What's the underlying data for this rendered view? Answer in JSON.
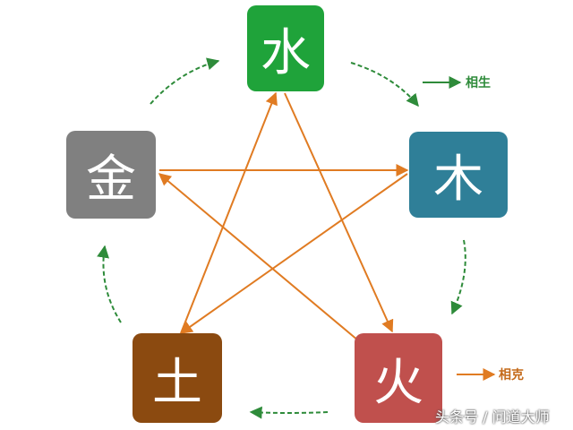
{
  "elements": {
    "water": {
      "label": "水",
      "color": "#1fa33a"
    },
    "wood": {
      "label": "木",
      "color": "#2f7f98"
    },
    "fire": {
      "label": "火",
      "color": "#c0504d"
    },
    "earth": {
      "label": "土",
      "color": "#8b4a10"
    },
    "metal": {
      "label": "金",
      "color": "#808080"
    }
  },
  "legend": {
    "generate_label": "相生",
    "overcome_label": "相克",
    "generate_color": "#2e8b3a",
    "overcome_color": "#e07b22"
  },
  "watermark": "头条号 / 问道大师",
  "relations": {
    "generate": [
      [
        "water",
        "wood"
      ],
      [
        "wood",
        "fire"
      ],
      [
        "fire",
        "earth"
      ],
      [
        "earth",
        "metal"
      ],
      [
        "metal",
        "water"
      ]
    ],
    "overcome": [
      [
        "water",
        "fire"
      ],
      [
        "fire",
        "metal"
      ],
      [
        "metal",
        "wood"
      ],
      [
        "wood",
        "earth"
      ],
      [
        "earth",
        "water"
      ]
    ]
  }
}
